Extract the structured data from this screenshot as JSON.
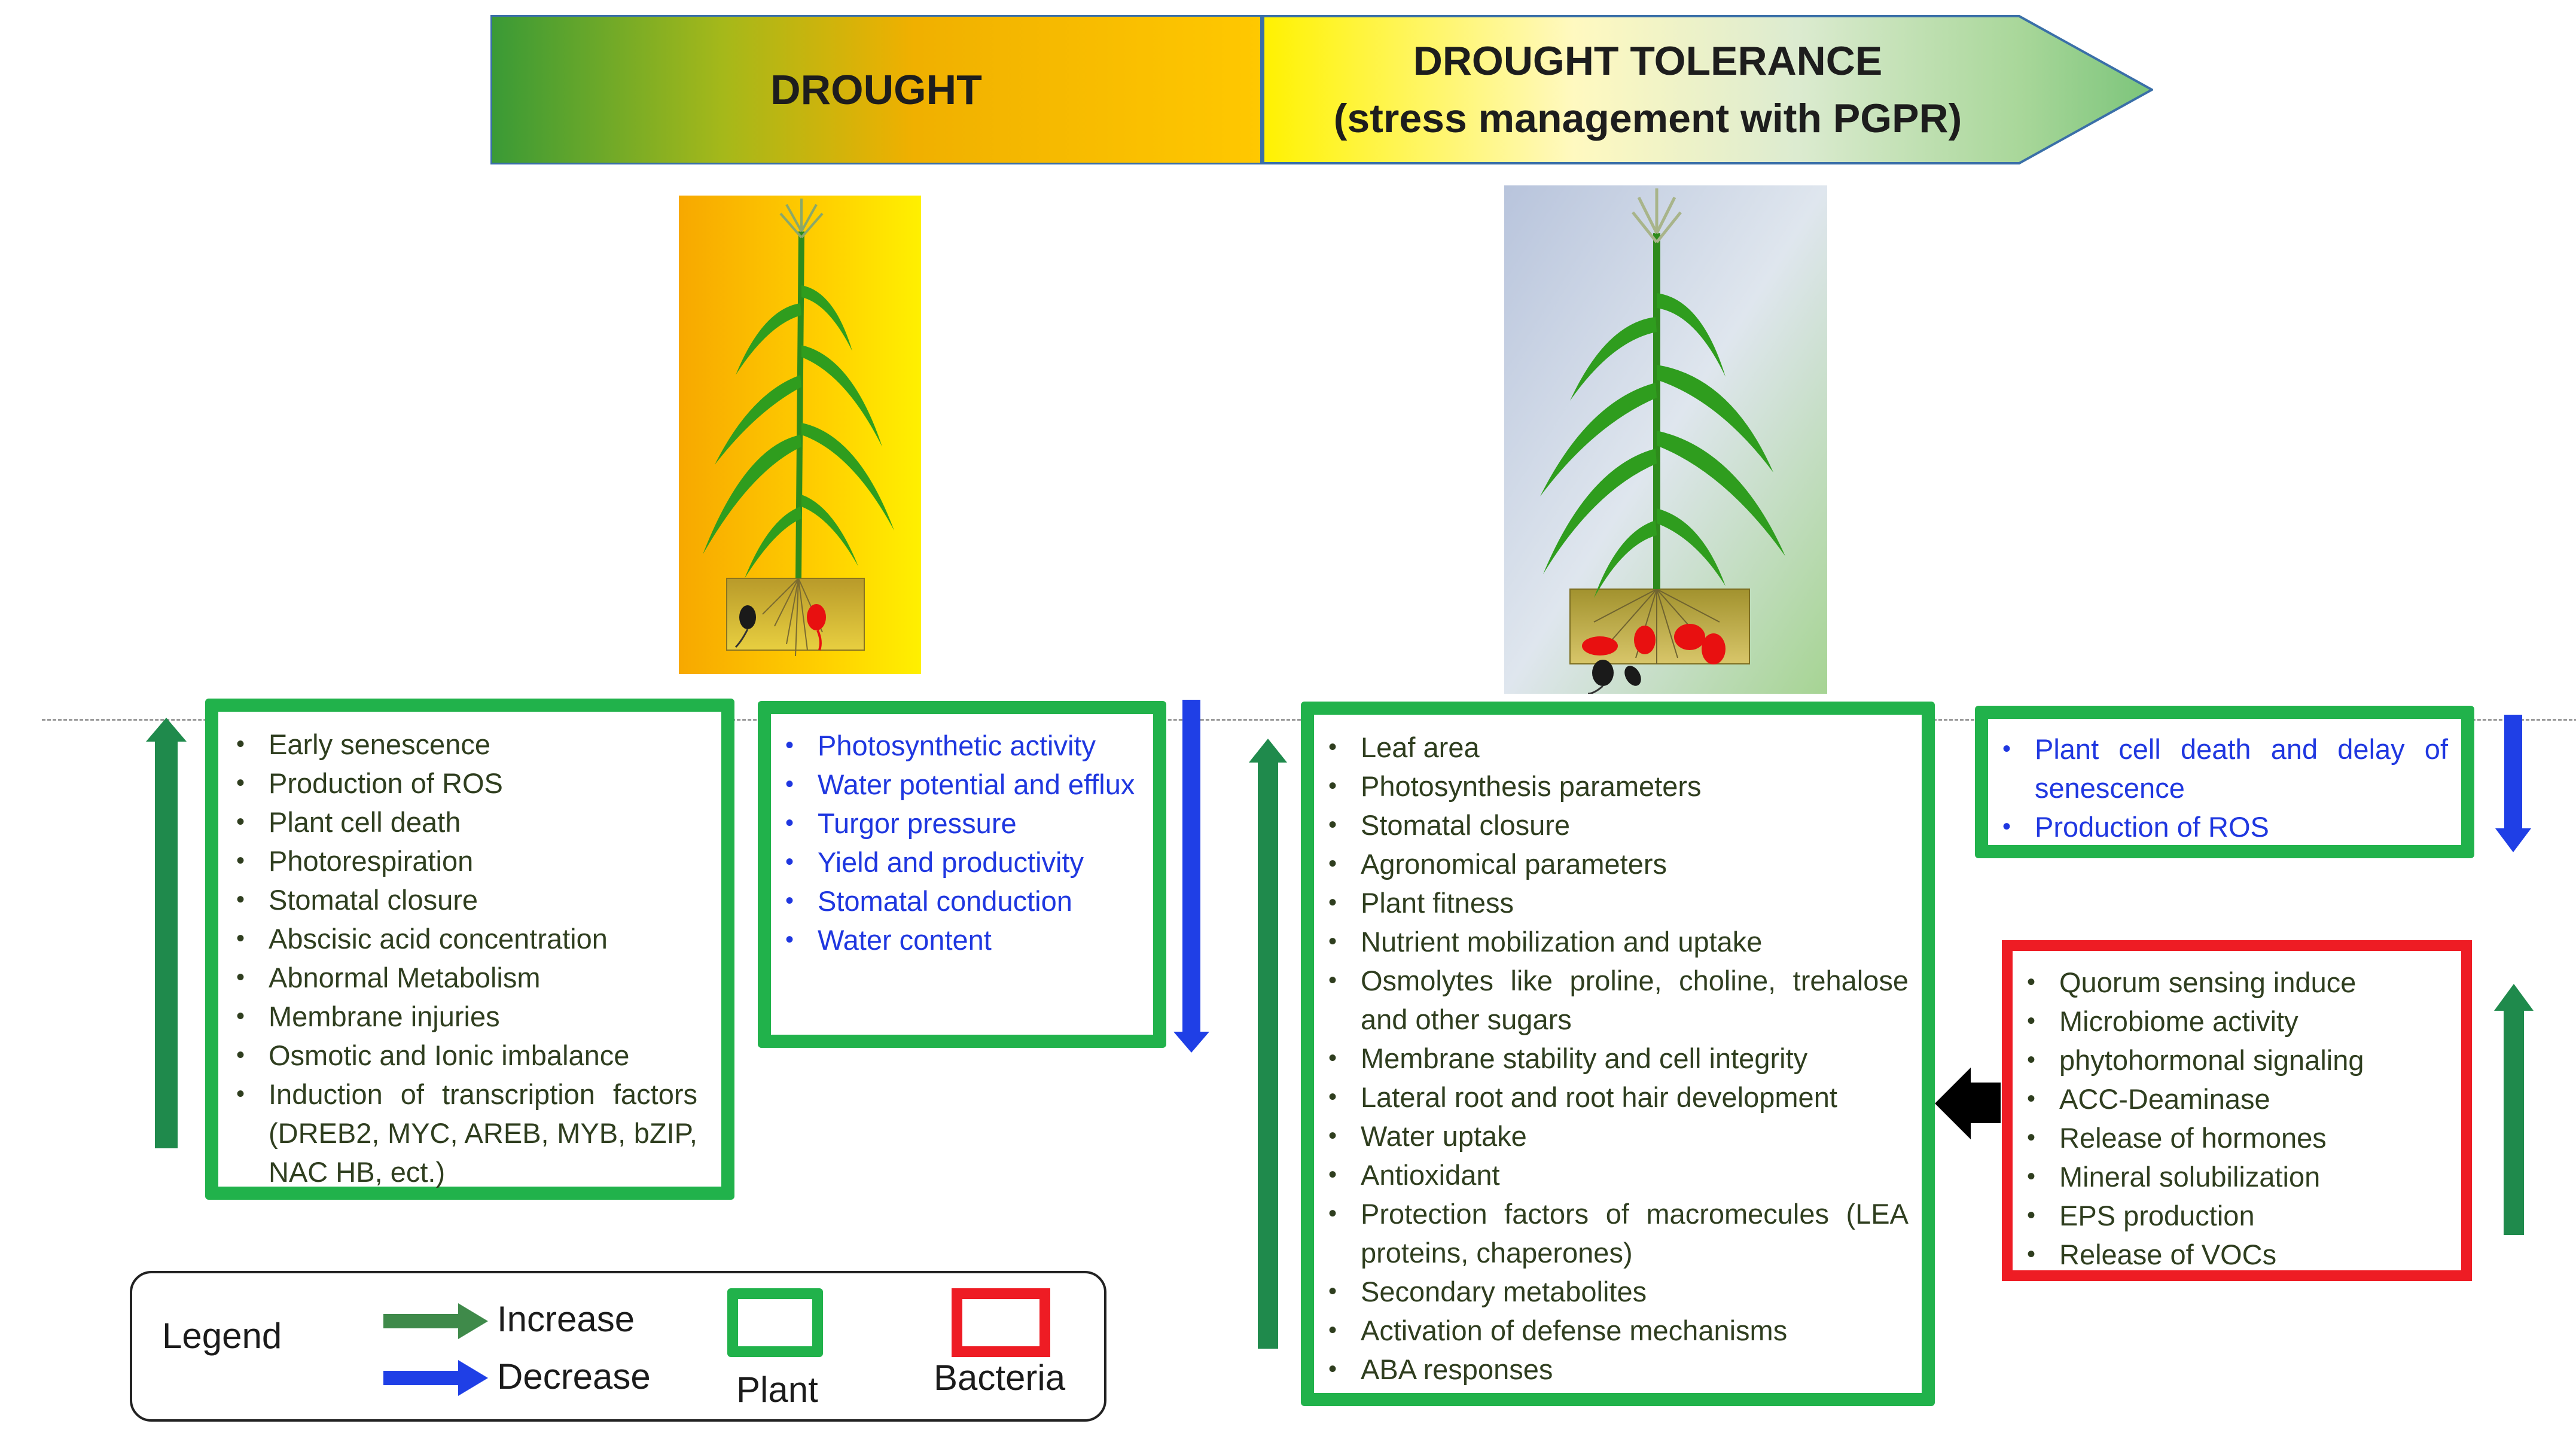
{
  "banner": {
    "left_label": "DROUGHT",
    "right_line1": "DROUGHT TOLERANCE",
    "right_line2": "(stress management with PGPR)"
  },
  "colors": {
    "plant_green": "#21b24b",
    "bacteria_red": "#ee1c24",
    "increase_arrow": "#1f8a4c",
    "decrease_arrow": "#1f3fe6",
    "blue_text": "#1f37e0",
    "dark_text": "#2f3e1f"
  },
  "drought_increase": {
    "items": [
      "Early senescence",
      "Production of ROS",
      "Plant cell death",
      "Photorespiration",
      "Stomatal closure",
      "Abscisic acid concentration",
      "Abnormal Metabolism",
      "Membrane injuries",
      "Osmotic and Ionic imbalance",
      "Induction of transcription factors (DREB2, MYC, AREB, MYB, bZIP, NAC HB, ect.)"
    ]
  },
  "drought_decrease": {
    "items": [
      "Photosynthetic activity",
      "Water potential and efflux",
      "Turgor pressure",
      "Yield and productivity",
      "Stomatal conduction",
      "Water content"
    ]
  },
  "tolerance_increase": {
    "items": [
      "Leaf area",
      "Photosynthesis parameters",
      "Stomatal closure",
      "Agronomical parameters",
      "Plant fitness",
      "Nutrient mobilization and uptake",
      "Osmolytes like proline, choline, trehalose and other sugars",
      "Membrane stability and cell integrity",
      "Lateral root and root hair development",
      "Water uptake",
      "Antioxidant",
      "Protection factors of macromecules (LEA proteins, chaperones)",
      "Secondary metabolites",
      "Activation of defense mechanisms",
      "ABA responses"
    ]
  },
  "tolerance_decrease": {
    "items": [
      "Plant cell death and delay of senescence",
      "Production of ROS"
    ]
  },
  "bacteria_increase": {
    "items": [
      "Quorum sensing induce",
      "Microbiome activity",
      "phytohormonal signaling",
      "ACC-Deaminase",
      "Release of hormones",
      "Mineral solubilization",
      "EPS production",
      "Release of VOCs"
    ]
  },
  "legend": {
    "title": "Legend",
    "increase": "Increase",
    "decrease": "Decrease",
    "plant": "Plant",
    "bacteria": "Bacteria"
  }
}
